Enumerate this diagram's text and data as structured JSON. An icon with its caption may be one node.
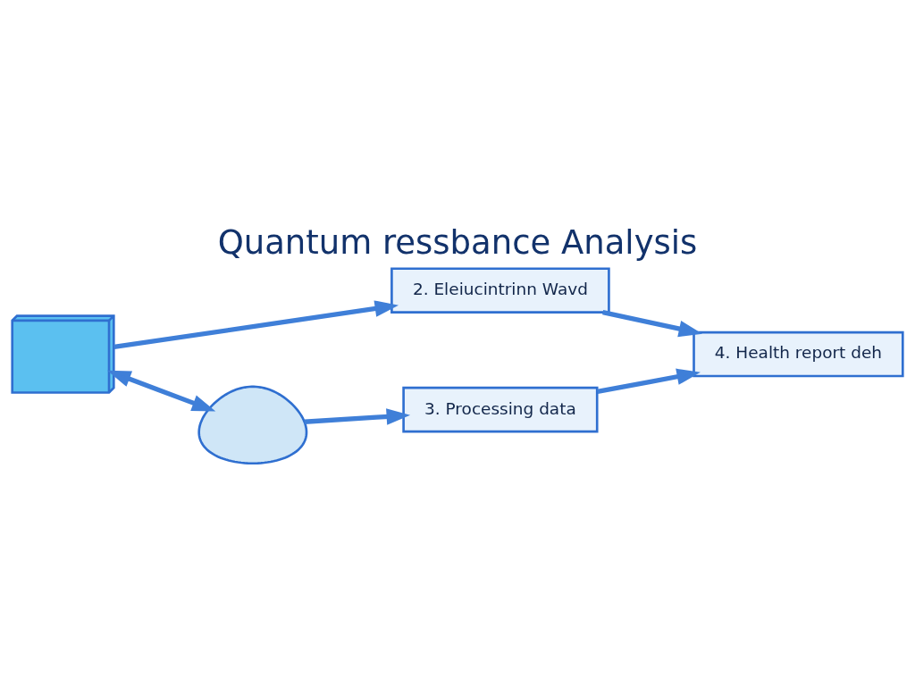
{
  "diagram": {
    "title": "Quantum ressbance Analysis",
    "nodes": [
      {
        "text": [],
        "shape": "picture"
      },
      {
        "text": [
          "2. Eleiucintrinn Wavd"
        ]
      },
      {
        "text": [],
        "shape": "person"
      },
      {
        "text": [
          "3. Processing data"
        ]
      },
      {
        "text": [
          "4. Health report deh"
        ]
      }
    ],
    "edges": [
      {
        "from": 0,
        "to": 1,
        "arrow": "to"
      },
      {
        "from": 1,
        "to": 4,
        "arrow": "to"
      },
      {
        "from": 0,
        "to": 2,
        "arrow": "both"
      },
      {
        "from": 2,
        "to": 3,
        "arrow": "to"
      },
      {
        "from": 3,
        "to": 4,
        "arrow": "to"
      }
    ]
  }
}
